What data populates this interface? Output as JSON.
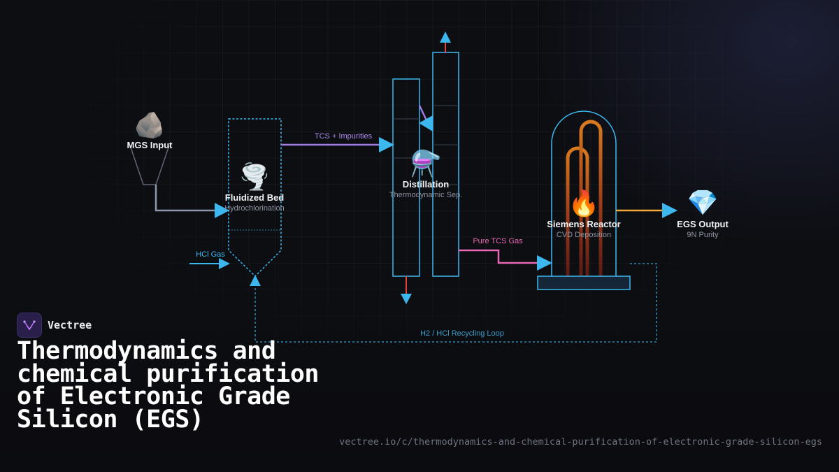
{
  "nodes": {
    "mgs": {
      "icon": "rock-icon",
      "glyph": "🪨",
      "title": "MGS Input"
    },
    "fluidized": {
      "icon": "tornado-icon",
      "glyph": "🌪️",
      "title": "Fluidized Bed",
      "subtitle": "Hydrochlorination"
    },
    "distillation": {
      "icon": "flask-icon",
      "glyph": "⚗️",
      "title": "Distillation",
      "subtitle": "Thermodynamic Sep."
    },
    "siemens": {
      "icon": "fire-icon",
      "glyph": "🔥",
      "title": "Siemens Reactor",
      "subtitle": "CVD Deposition"
    },
    "egs": {
      "icon": "gem-icon",
      "glyph": "💎",
      "title": "EGS Output",
      "subtitle": "9N Purity"
    }
  },
  "edges": {
    "tcs_impurities": "TCS + Impurities",
    "hcl_gas": "HCl Gas",
    "pure_tcs": "Pure TCS Gas",
    "recycling": "H2 / HCl Recycling Loop"
  },
  "colors": {
    "accent_blue": "#3db8ef",
    "purple": "#a07be6",
    "pink": "#e868b4",
    "orange": "#f2a93b",
    "red": "#e0443a",
    "gray_line": "#8f98aa",
    "filament": "#d97a1f"
  },
  "brand": {
    "name": "Vectree",
    "logo_icon": "vectree-logo-icon"
  },
  "title": "Thermodynamics and chemical purification of Electronic Grade Silicon (EGS)",
  "url": "vectree.io/c/thermodynamics-and-chemical-purification-of-electronic-grade-silicon-egs"
}
